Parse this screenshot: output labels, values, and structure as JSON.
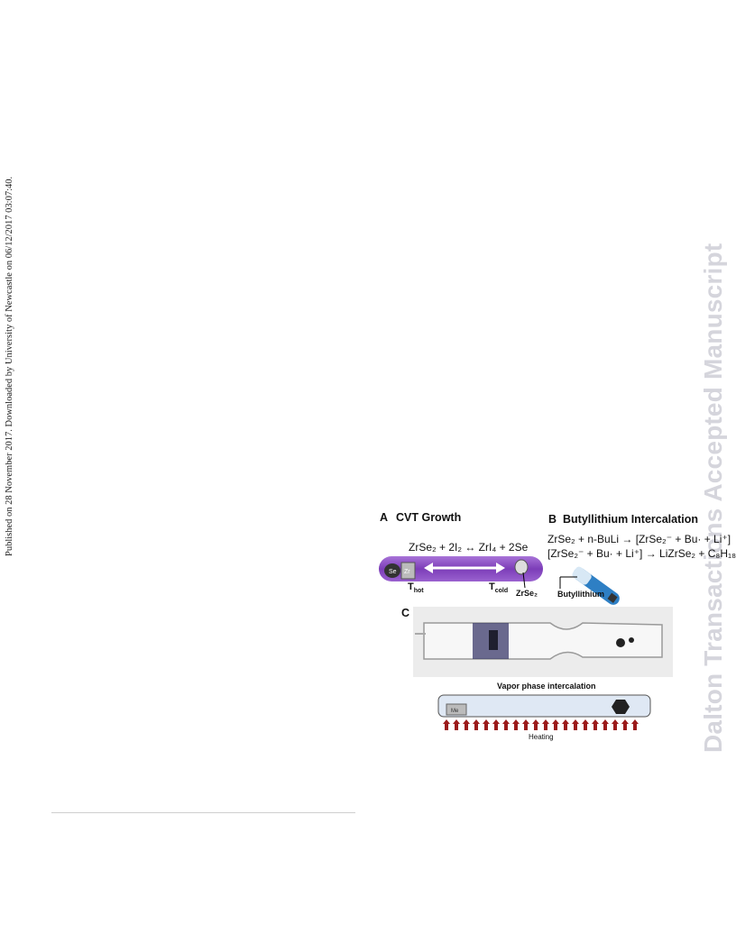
{
  "margin_note": "Published on 28 November 2017. Downloaded by University of Newcastle on 06/12/2017 03:07:40.",
  "watermark": "Dalton Transactions Accepted Manuscript",
  "figure": {
    "panel_a": {
      "letter": "A",
      "title": "CVT Growth",
      "equation": "ZrSe₂ + 2I₂ ↔ ZrI₄ + 2Se",
      "se_label": "Se",
      "zr_label": "Zr",
      "t_hot": "T",
      "t_hot_sub": "hot",
      "t_cold": "T",
      "t_cold_sub": "cold",
      "product": "ZrSe₂",
      "tube_color": "#8c4fc4"
    },
    "panel_b": {
      "letter": "B",
      "title": "Butyllithium Intercalation",
      "eq1": "ZrSe₂ + n-BuLi → [ZrSe₂⁻ + Bu· + Li⁺]",
      "eq2": "[ZrSe₂⁻ + Bu· + Li⁺] → LiZrSe₂ + C₈H₁₈",
      "reagent": "Butyllithium",
      "tube_color": "#2e7fc4"
    },
    "panel_c": {
      "letter": "C",
      "caption": "Vapor phase intercalation",
      "metal_label": "Me",
      "heating_label": "Heating",
      "arrow_color": "#9b1b1b"
    }
  }
}
